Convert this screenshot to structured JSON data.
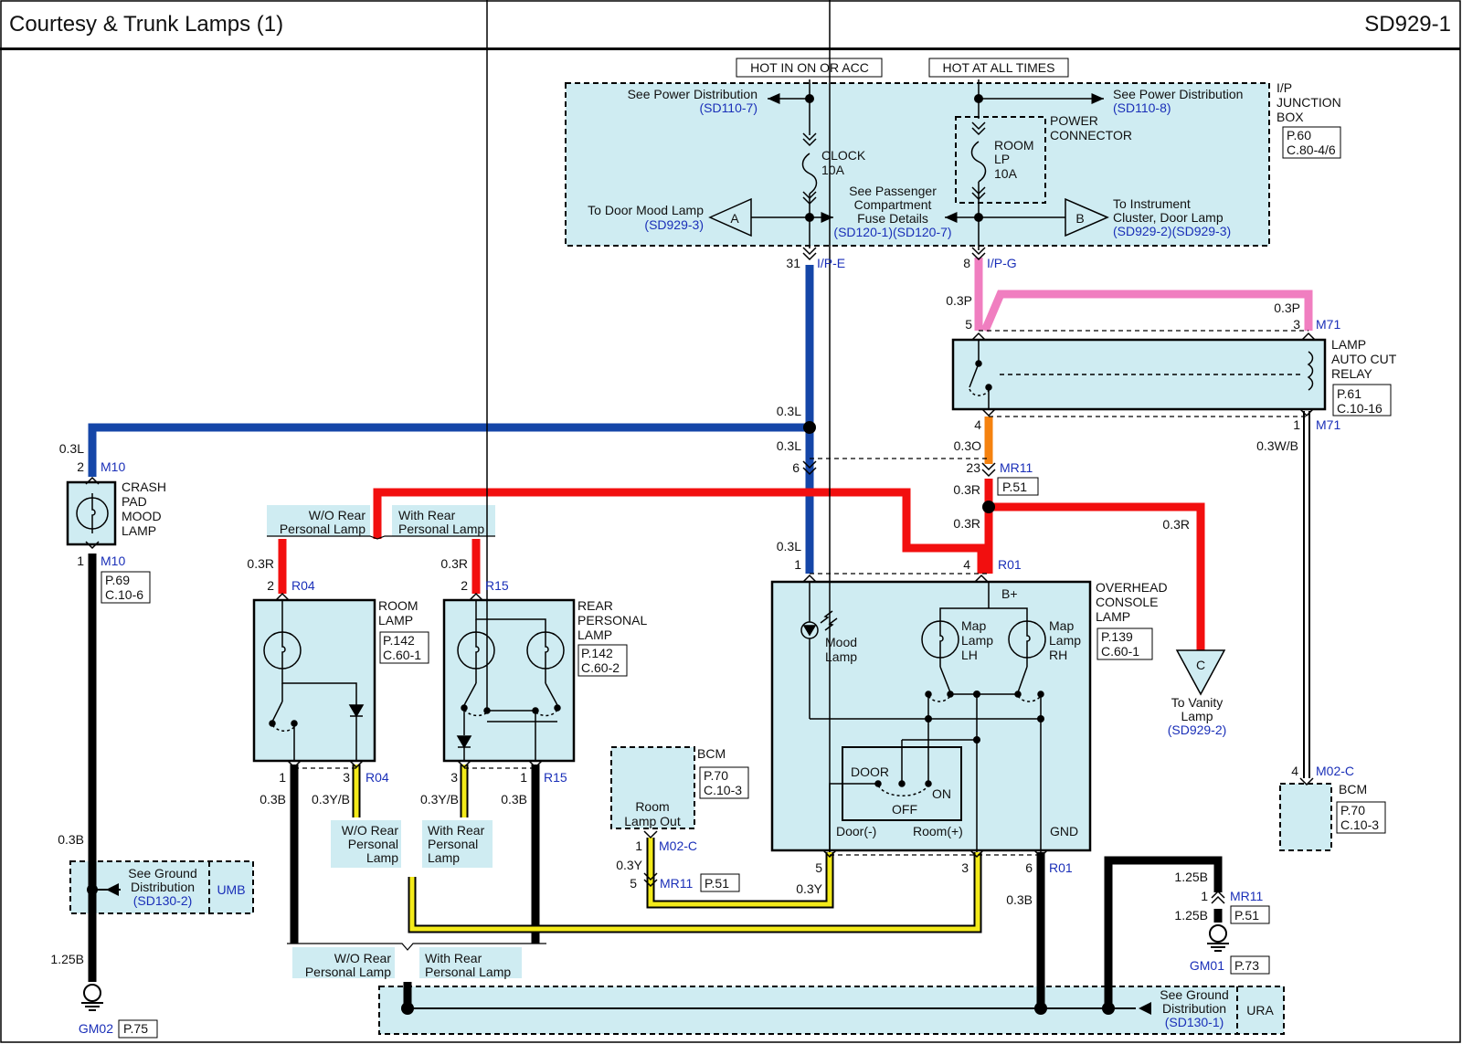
{
  "header": {
    "title": "Courtesy & Trunk Lamps (1)",
    "code": "SD929-1"
  },
  "colors": {
    "blue_wire": "#1546a8",
    "pink_wire": "#f07ec0",
    "red_wire": "#f20f0f",
    "orange_wire": "#f5820f",
    "yellow_wire": "#f3ea1a",
    "black_wire": "#000000",
    "box_fill": "#cfecf2",
    "ref_text": "#1a2fb8"
  },
  "power": {
    "hot_on_acc": "HOT IN ON OR ACC",
    "hot_all": "HOT AT ALL TIMES"
  },
  "junction": {
    "label": [
      "I/P",
      "JUNCTION",
      "BOX"
    ],
    "ref": [
      "P.60",
      "C.80-4/6"
    ],
    "see_pd_left": "See Power Distribution",
    "see_pd_left_ref": "(SD110-7)",
    "see_pd_right": "See Power Distribution",
    "see_pd_right_ref": "(SD110-8)",
    "clock": [
      "CLOCK",
      "10A"
    ],
    "room_lp": [
      "ROOM",
      "LP",
      "10A"
    ],
    "power_connector": [
      "POWER",
      "CONNECTOR"
    ],
    "passenger": [
      "See Passenger",
      "Compartment",
      "Fuse Details"
    ],
    "passenger_ref": "(SD120-1)(SD120-7)",
    "to_door_mood": "To Door Mood Lamp",
    "to_door_mood_ref": "(SD929-3)",
    "to_instrument": [
      "To Instrument",
      "Cluster, Door Lamp"
    ],
    "to_instrument_ref": "(SD929-2)(SD929-3)",
    "conn_a": "A",
    "conn_b": "B",
    "pin_31": "31",
    "ip_e": "I/P-E",
    "pin_8": "8",
    "ip_g": "I/P-G"
  },
  "relay": {
    "label": [
      "LAMP",
      "AUTO CUT",
      "RELAY"
    ],
    "ref": [
      "P.61",
      "C.10-16"
    ],
    "pin5": "5",
    "pin3": "3",
    "pin4": "4",
    "pin1": "1",
    "m71_top": "M71",
    "m71_bot": "M71",
    "w03p_left": "0.3P",
    "w03p_right": "0.3P",
    "w03o": "0.3O",
    "w03wb": "0.3W/B"
  },
  "crash_pad": {
    "label": [
      "CRASH",
      "PAD",
      "MOOD",
      "LAMP"
    ],
    "ref": [
      "P.69",
      "C.10-6"
    ],
    "pin2": "2",
    "pin1": "1",
    "m10_top": "M10",
    "m10_bot": "M10",
    "w03l": "0.3L",
    "w03b": "0.3B",
    "w125b": "1.25B",
    "gm02": "GM02",
    "gm02_ref": "P.75",
    "see_ground": [
      "See Ground",
      "Distribution"
    ],
    "see_ground_ref": "(SD130-2)",
    "umb": "UMB"
  },
  "options": {
    "wo_rear": [
      "W/O Rear",
      "Personal Lamp"
    ],
    "with_rear": [
      "With Rear",
      "Personal Lamp"
    ],
    "wo_rear_3": [
      "W/O Rear",
      "Personal",
      "Lamp"
    ],
    "with_rear_3": [
      "With Rear",
      "Personal",
      "Lamp"
    ]
  },
  "room_lamp": {
    "label": [
      "ROOM",
      "LAMP"
    ],
    "ref": [
      "P.142",
      "C.60-1"
    ],
    "pin2": "2",
    "r04_top": "R04",
    "pin1": "1",
    "pin3": "3",
    "r04_bot": "R04",
    "w03r": "0.3R",
    "w03b": "0.3B",
    "w03yb": "0.3Y/B"
  },
  "rear_lamp": {
    "label": [
      "REAR",
      "PERSONAL",
      "LAMP"
    ],
    "ref": [
      "P.142",
      "C.60-2"
    ],
    "pin2": "2",
    "r15_top": "R15",
    "pin3": "3",
    "pin1": "1",
    "r15_bot": "R15",
    "w03r": "0.3R",
    "w03yb": "0.3Y/B",
    "w03b": "0.3B"
  },
  "bcm_small": {
    "label": "BCM",
    "ref": [
      "P.70",
      "C.10-3"
    ],
    "room_lamp_out": [
      "Room",
      "Lamp Out"
    ],
    "pin1": "1",
    "m02c": "M02-C",
    "w03y_a": "0.3Y",
    "pin5": "5",
    "mr11": "MR11",
    "mr11_ref": "P.51"
  },
  "overhead": {
    "label": [
      "OVERHEAD",
      "CONSOLE",
      "LAMP"
    ],
    "ref": [
      "P.139",
      "C.60-1"
    ],
    "b_plus": "B+",
    "mood": [
      "Mood",
      "Lamp"
    ],
    "map_lh": [
      "Map",
      "Lamp",
      "LH"
    ],
    "map_rh": [
      "Map",
      "Lamp",
      "RH"
    ],
    "door": "DOOR",
    "off": "OFF",
    "on": "ON",
    "door_minus": "Door(-)",
    "room_plus": "Room(+)",
    "gnd": "GND",
    "pin1": "1",
    "pin4": "4",
    "r01_top": "R01",
    "pin5": "5",
    "pin3": "3",
    "pin6": "6",
    "r01_bot": "R01",
    "w03l": "0.3L",
    "w03r": "0.3R",
    "w03y": "0.3Y",
    "w03b": "0.3B"
  },
  "main": {
    "w03l_a": "0.3L",
    "w03l_b": "0.3L",
    "pin6": "6",
    "pin23": "23",
    "mr11": "MR11",
    "mr11_ref": "P.51",
    "w03r_a": "0.3R",
    "w03r_b": "0.3R",
    "w03r_c": "0.3R"
  },
  "vanity": {
    "conn": "C",
    "label": [
      "To Vanity",
      "Lamp"
    ],
    "ref": "(SD929-2)"
  },
  "bcm_right": {
    "label": "BCM",
    "ref": [
      "P.70",
      "C.10-3"
    ],
    "pin4": "4",
    "m02c": "M02-C"
  },
  "ground_right": {
    "w125b_a": "1.25B",
    "pin1": "1",
    "mr11": "MR11",
    "w125b_b": "1.25B",
    "mr11_ref": "P.51",
    "gm01": "GM01",
    "gm01_ref": "P.73",
    "see_ground": [
      "See Ground",
      "Distribution"
    ],
    "see_ground_ref": "(SD130-1)",
    "ura": "URA"
  }
}
